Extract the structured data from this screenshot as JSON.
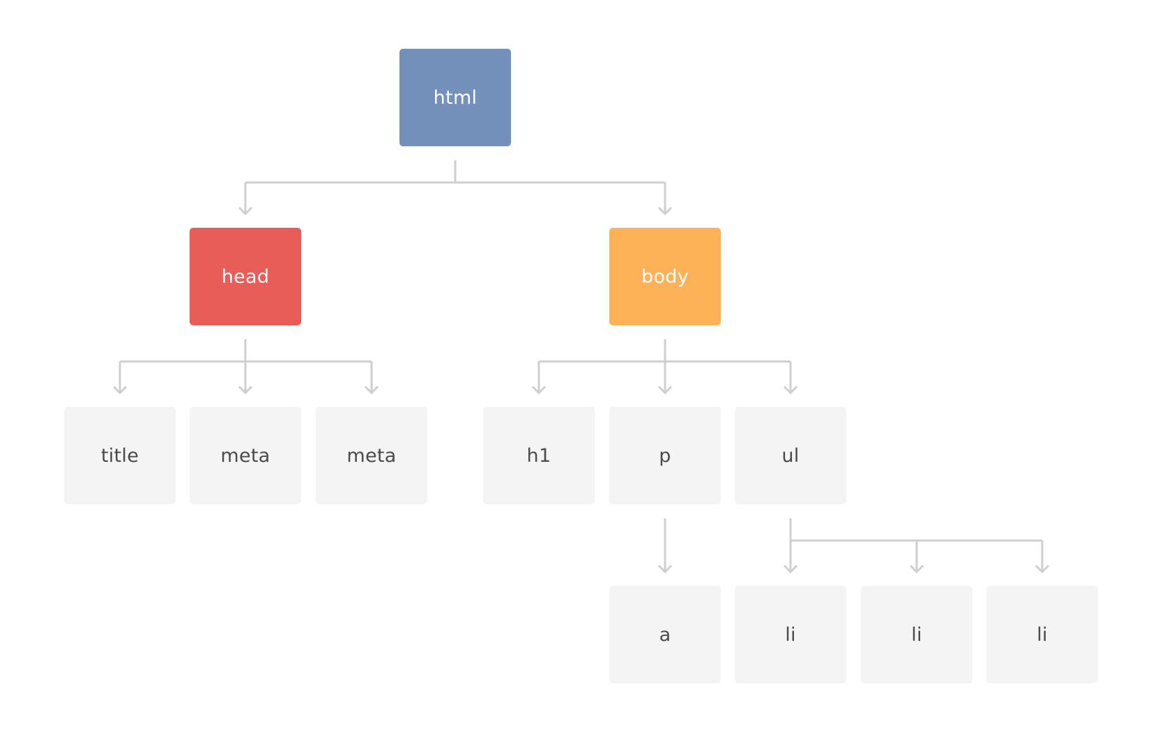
{
  "diagram": {
    "type": "tree",
    "colors": {
      "html": "#7491bb",
      "head": "#e95d59",
      "body": "#fdb257",
      "leaf": "#f4f4f4",
      "connector": "#cfcfcf"
    },
    "nodes": [
      {
        "id": "html",
        "label": "html",
        "style": "html"
      },
      {
        "id": "head",
        "label": "head",
        "style": "head",
        "parent": "html"
      },
      {
        "id": "body",
        "label": "body",
        "style": "body",
        "parent": "html"
      },
      {
        "id": "title",
        "label": "title",
        "style": "leaf",
        "parent": "head"
      },
      {
        "id": "meta1",
        "label": "meta",
        "style": "leaf",
        "parent": "head"
      },
      {
        "id": "meta2",
        "label": "meta",
        "style": "leaf",
        "parent": "head"
      },
      {
        "id": "h1",
        "label": "h1",
        "style": "leaf",
        "parent": "body"
      },
      {
        "id": "p",
        "label": "p",
        "style": "leaf",
        "parent": "body"
      },
      {
        "id": "ul",
        "label": "ul",
        "style": "leaf",
        "parent": "body"
      },
      {
        "id": "a",
        "label": "a",
        "style": "leaf",
        "parent": "p"
      },
      {
        "id": "li1",
        "label": "li",
        "style": "leaf",
        "parent": "ul"
      },
      {
        "id": "li2",
        "label": "li",
        "style": "leaf",
        "parent": "ul"
      },
      {
        "id": "li3",
        "label": "li",
        "style": "leaf",
        "parent": "ul"
      }
    ]
  }
}
